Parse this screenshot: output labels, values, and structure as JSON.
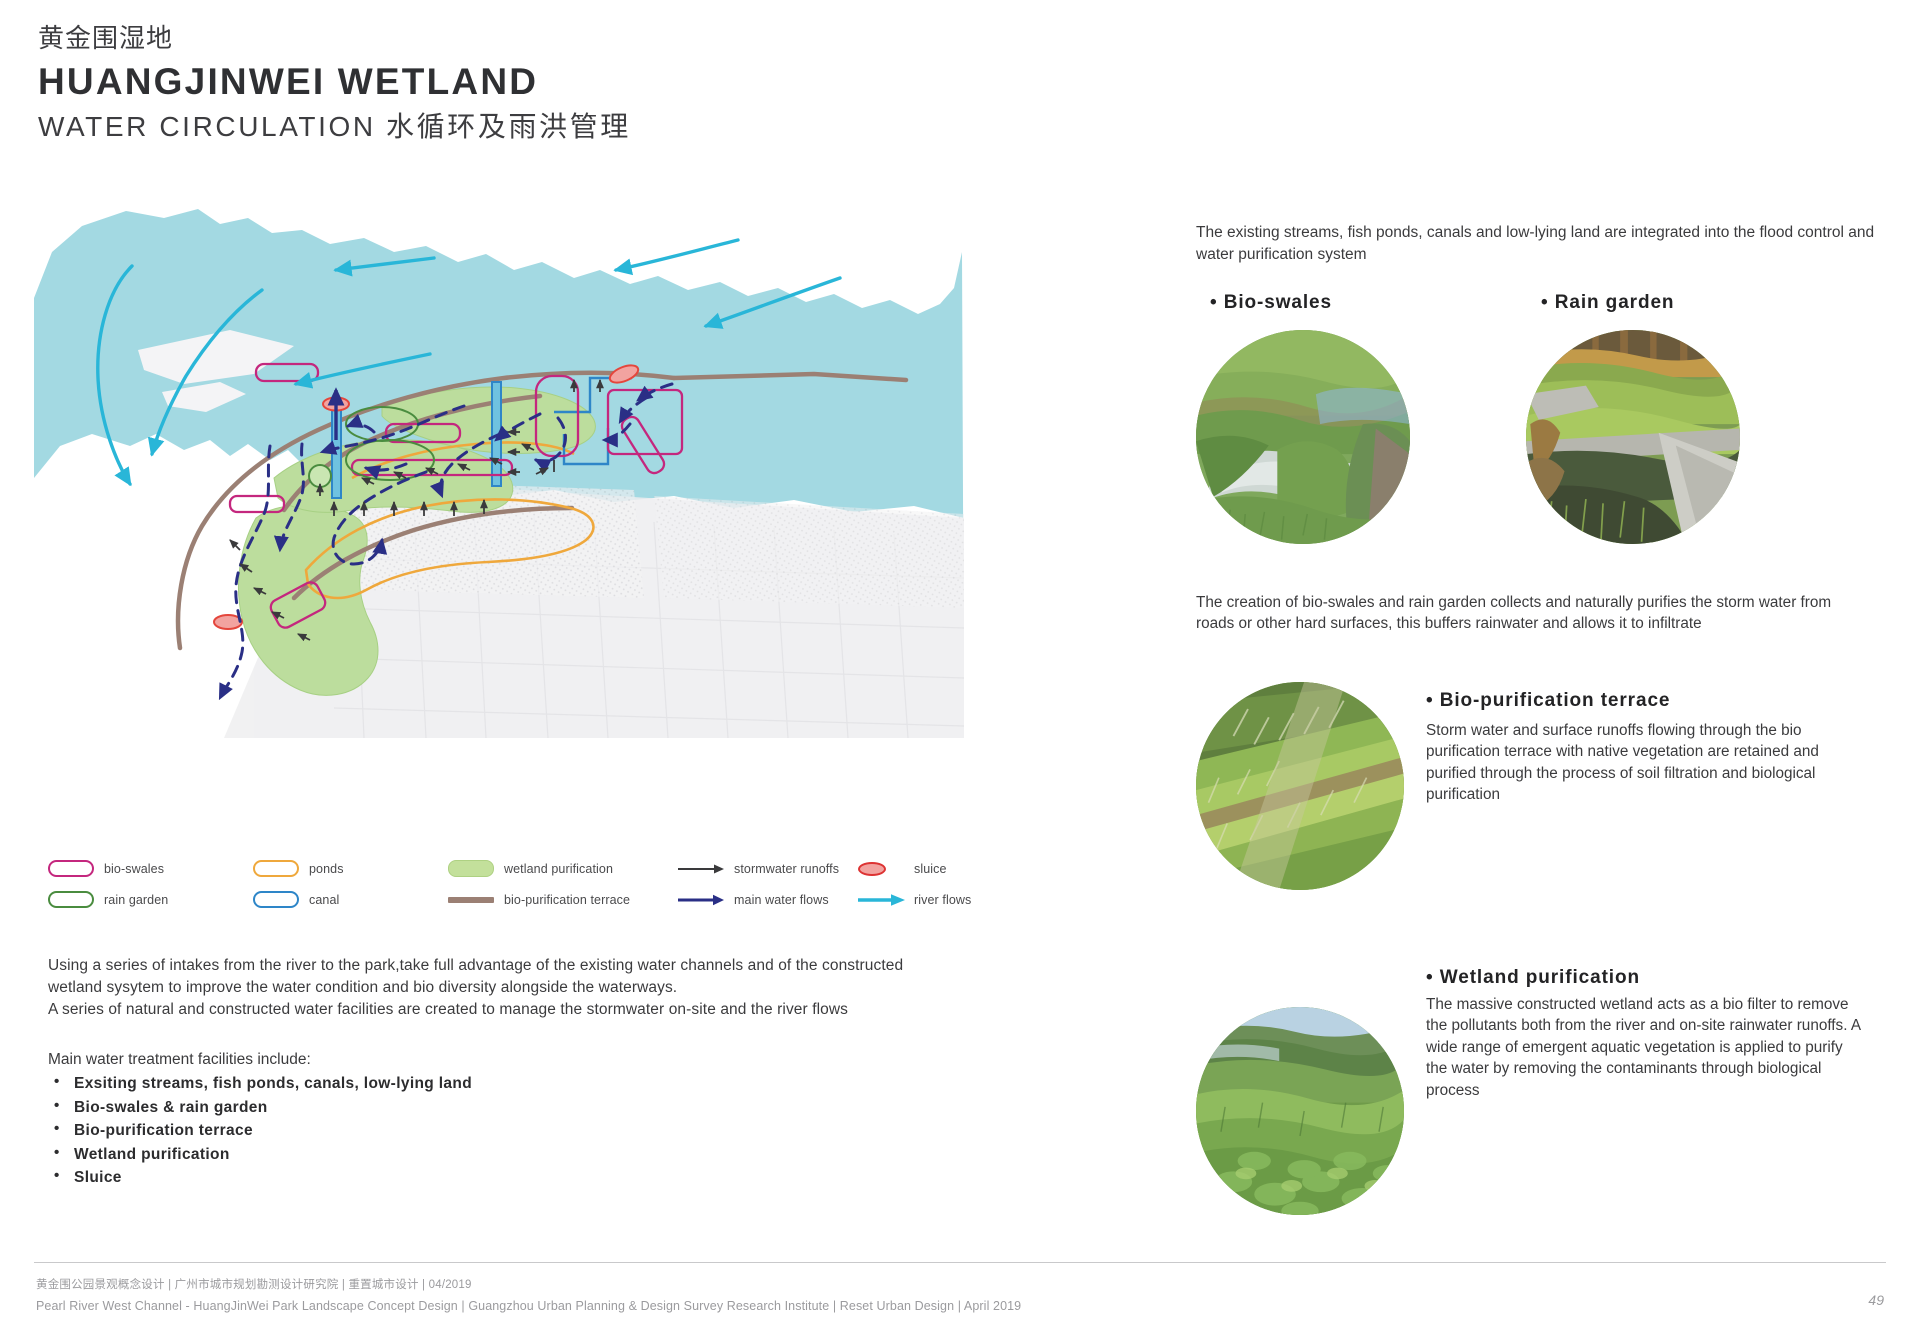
{
  "header": {
    "title_cn": "黄金围湿地",
    "title_en": "HUANGJINWEI WETLAND",
    "subtitle": "WATER CIRCULATION 水循环及雨洪管理"
  },
  "legend": {
    "items": [
      {
        "label": "bio-swales",
        "key": "outline-box",
        "color": "#c4277e"
      },
      {
        "label": "rain garden",
        "key": "outline-box",
        "color": "#4a8c3f"
      },
      {
        "label": "ponds",
        "key": "outline-box",
        "color": "#efa83c"
      },
      {
        "label": "canal",
        "key": "outline-box",
        "color": "#2e86c8"
      },
      {
        "label": "wetland purification",
        "key": "filled-box",
        "color": "#c3e09b"
      },
      {
        "label": "bio-purification terrace",
        "key": "bar",
        "color": "#9b8074"
      },
      {
        "label": "stormwater runoffs",
        "key": "arrow",
        "color": "#3a3a3c"
      },
      {
        "label": "main water flows",
        "key": "arrow",
        "color": "#2a2f86"
      },
      {
        "label": "sluice",
        "key": "ellipse",
        "color": "#e4463c"
      },
      {
        "label": "river flows",
        "key": "arrow",
        "color": "#29b6d8"
      }
    ]
  },
  "left_body": {
    "paragraph": "Using a series of intakes from the river to the park,take full advantage of the existing water channels and of the constructed wetland sysytem to improve the water condition and bio diversity alongside the waterways.\nA series of natural and constructed water facilities are created to manage the stormwater on-site and the river flows",
    "facilities_intro": "Main water treatment facilities include:",
    "facilities": [
      "Exsiting streams, fish ponds, canals, low-lying land",
      "Bio-swales & rain garden",
      "Bio-purification terrace",
      "Wetland purification",
      "Sluice"
    ]
  },
  "right_col": {
    "intro": "The existing streams, fish ponds, canals and low-lying land are integrated into the flood control and water purification system",
    "bio_swales_heading": "Bio-swales",
    "rain_garden_heading": "Rain garden",
    "mid_paragraph": "The creation of bio-swales and rain garden collects and naturally purifies the storm water from roads or other hard surfaces, this buffers rainwater and allows it to infiltrate",
    "terrace_heading": "Bio-purification terrace",
    "terrace_text": "Storm water and surface runoffs flowing through the bio purification terrace with native vegetation are retained and purified through the process of soil filtration and biological purification",
    "wetland_heading": "Wetland purification",
    "wetland_text": "The massive constructed wetland acts as a bio filter to remove the pollutants both from the river and on-site rainwater runoffs. A wide range of emergent aquatic vegetation is applied to purify the water by removing the contaminants through biological process"
  },
  "footer": {
    "line_cn": "黄金围公园景观概念设计  |  广州市城市规划勘测设计研究院  |  重置城市设计  |  04/2019",
    "line_en": "Pearl River West Channel - HuangJinWei Park Landscape Concept Design |  Guangzhou Urban Planning & Design Survey Research Institute  |  Reset Urban Design  |  April 2019",
    "page": "49"
  },
  "map": {
    "colors": {
      "water": "#a3d9e2",
      "wetland_green": "#bcdd9d",
      "terrace_brown": "#9b8074",
      "canal_orange": "#efa83c",
      "canal_blue": "#2e86c8",
      "bioswale_pink": "#c4277e",
      "raingarden_green": "#4a8c3f",
      "main_flow_navy": "#2a2f86",
      "river_flow_cyan": "#29b6d8",
      "sluice_red": "#e4463c",
      "urban_grey": "#dcdcde"
    }
  }
}
